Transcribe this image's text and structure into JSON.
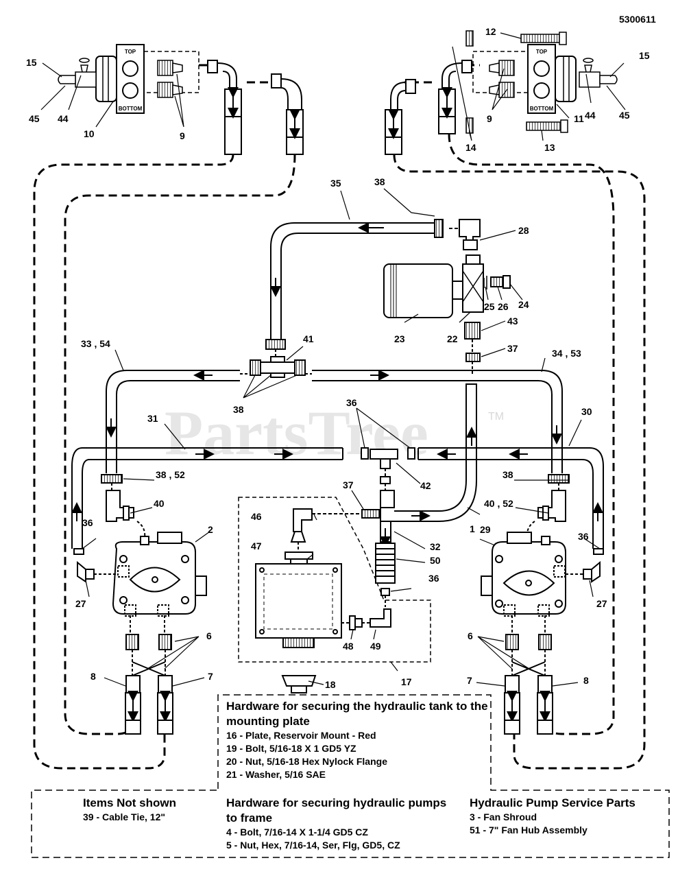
{
  "document_id": "5300611",
  "watermark": {
    "text": "PartsTree",
    "tm": "TM"
  },
  "fitting_labels": {
    "top": "TOP",
    "bottom": "BOTTOM"
  },
  "callouts": {
    "c15a": "15",
    "c45a": "45",
    "c44a": "44",
    "c10": "10",
    "c9a": "9",
    "c12": "12",
    "c15b": "15",
    "c9b": "9",
    "c44b": "44",
    "c11": "11",
    "c45b": "45",
    "c14": "14",
    "c13": "13",
    "c35": "35",
    "c38a": "38",
    "c28": "28",
    "c25": "25",
    "c26": "26",
    "c24": "24",
    "c23": "23",
    "c22": "22",
    "c43": "43",
    "c37a": "37",
    "c34_53": "34 , 53",
    "c33_54": "33 , 54",
    "c41": "41",
    "c38b": "38",
    "c36a": "36",
    "c30": "30",
    "c31": "31",
    "c42": "42",
    "c38_52": "38 , 52",
    "c38c": "38",
    "c40": "40",
    "c37b": "37",
    "c40_52": "40 , 52",
    "c46": "46",
    "c29": "29",
    "c36b": "36",
    "c2": "2",
    "c32": "32",
    "c1": "1",
    "c36c": "36",
    "c47": "47",
    "c50": "50",
    "c27a": "27",
    "c36d": "36",
    "c27b": "27",
    "c6a": "6",
    "c6b": "6",
    "c48": "48",
    "c49": "49",
    "c8a": "8",
    "c7a": "7",
    "c7b": "7",
    "c8b": "8",
    "c17": "17",
    "c18": "18"
  },
  "notes": {
    "tank": {
      "title": "Hardware for securing the hydraulic tank to the mounting plate",
      "items": [
        "16 - Plate, Reservoir Mount - Red",
        "19 - Bolt, 5/16-18 X 1 GD5 YZ",
        "20 - Nut, 5/16-18 Hex Nylock Flange",
        "21 - Washer, 5/16 SAE"
      ]
    },
    "not_shown": {
      "title": "Items Not shown",
      "items": [
        "39 - Cable Tie, 12\""
      ]
    },
    "pumps": {
      "title": "Hardware for securing hydraulic pumps to frame",
      "items": [
        "4 - Bolt, 7/16-14 X 1-1/4 GD5 CZ",
        "5 - Nut, Hex, 7/16-14, Ser, Flg, GD5, CZ"
      ]
    },
    "service": {
      "title": "Hydraulic Pump Service Parts",
      "items": [
        "3   - Fan Shroud",
        "51 - 7\" Fan Hub Assembly"
      ]
    }
  }
}
